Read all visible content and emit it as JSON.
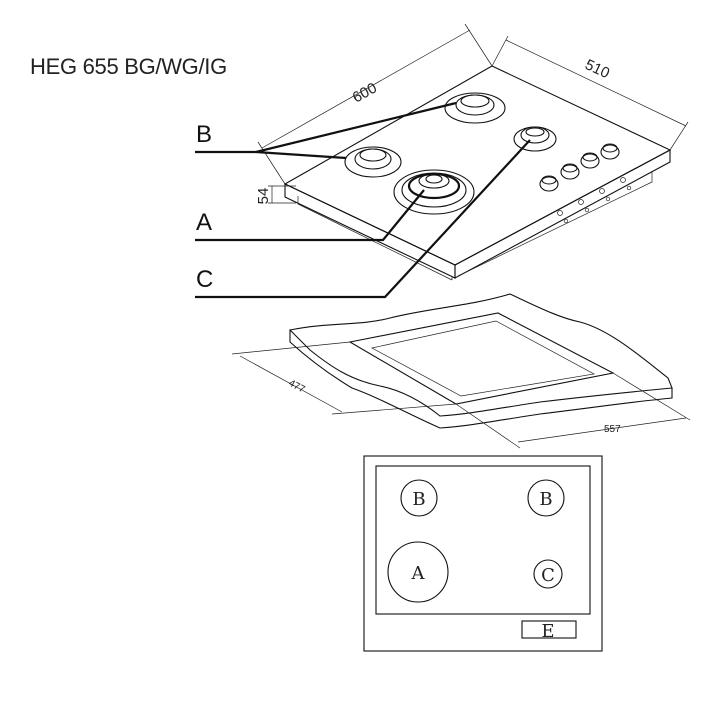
{
  "title": "HEG 655 BG/WG/IG",
  "dimensions": {
    "width": "600",
    "depth": "510",
    "height": "54",
    "cutout_depth": "477",
    "cutout_width": "557"
  },
  "callouts": {
    "b": "B",
    "a": "A",
    "c": "C"
  },
  "plan": {
    "burner_back_left": "B",
    "burner_back_right": "B",
    "burner_front_left": "A",
    "burner_front_right": "C",
    "control_panel": "E"
  }
}
